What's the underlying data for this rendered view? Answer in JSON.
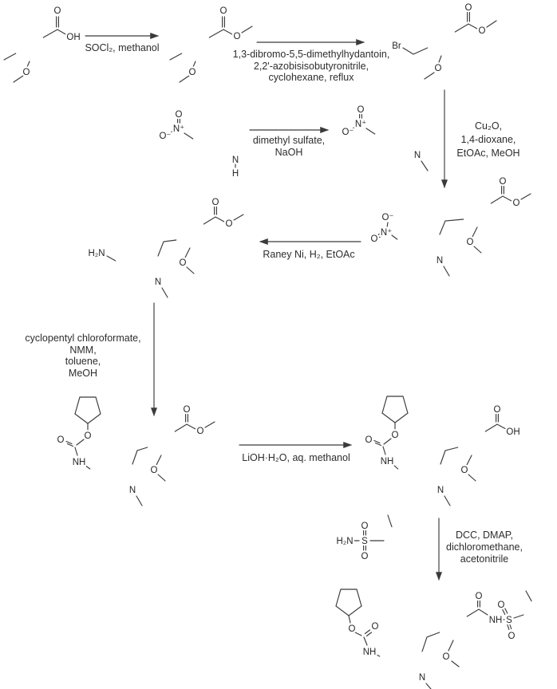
{
  "scheme": {
    "description": "Multi-step synthesis scheme of zafirlukast (reaction diagram on white background)",
    "colors": {
      "ink": "#3a3a3a",
      "text": "#2d2d2d",
      "background": "#ffffff"
    }
  },
  "steps": [
    {
      "id": "step-1",
      "lines": [
        "SOCl₂, methanol"
      ]
    },
    {
      "id": "step-2",
      "lines": [
        "1,3-dibromo-5,5-dimethylhydantoin,",
        "2,2'-azobisisobutyronitrile,",
        "cyclohexane, reflux"
      ]
    },
    {
      "id": "step-3",
      "lines": [
        "dimethyl sulfate,",
        "NaOH"
      ]
    },
    {
      "id": "step-4",
      "lines": [
        "Cu₂O,",
        "1,4-dioxane,",
        "EtOAc, MeOH"
      ]
    },
    {
      "id": "step-5",
      "lines": [
        "Raney Ni, H₂, EtOAc"
      ]
    },
    {
      "id": "step-6",
      "lines": [
        "cyclopentyl chloroformate,",
        "NMM,",
        "toluene,",
        "MeOH"
      ]
    },
    {
      "id": "step-7",
      "lines": [
        "LiOH·H₂O, aq. methanol"
      ]
    },
    {
      "id": "step-8",
      "lines": [
        "DCC, DMAP,",
        "dichloromethane,",
        "acetonitrile"
      ]
    }
  ],
  "structures": {
    "benzoic_acid": {
      "description": "3-methoxy-4-methylbenzoic acid",
      "atoms": {
        "carbonyl_o": "O",
        "acid_oh": "OH",
        "methoxy_o": "O"
      }
    },
    "methyl_ester": {
      "description": "methyl 3-methoxy-4-methylbenzoate",
      "atoms": {
        "carbonyl_o": "O",
        "ester_o": "O",
        "methoxy_o": "O"
      }
    },
    "bromide": {
      "description": "methyl 4-(bromomethyl)-3-methoxybenzoate",
      "atoms": {
        "carbonyl_o": "O",
        "ester_o": "O",
        "br": "Br",
        "methoxy_o": "O"
      }
    },
    "nitroindole": {
      "description": "5-nitro-1H-indole",
      "atoms": {
        "nitro_o": "O",
        "nitro_n": "N⁺",
        "nitro_o_minus": "O⁻",
        "ring_n": "N",
        "nh_h": "H"
      }
    },
    "methylnitroindole": {
      "description": "1-methyl-5-nitroindole",
      "atoms": {
        "nitro_o": "O",
        "nitro_n": "N⁺",
        "nitro_o_minus": "O⁻",
        "ring_n": "N"
      }
    },
    "nitro_adduct": {
      "description": "methyl 3-methoxy-4-[(1-methyl-5-nitro-1H-indol-3-yl)methyl]benzoate",
      "atoms": {
        "nitro_o_minus": "O⁻",
        "nitro_n": "N⁺",
        "nitro_o": "O",
        "ring_n": "N",
        "carbonyl_o": "O",
        "ester_o": "O",
        "methoxy_o": "O"
      }
    },
    "amine": {
      "description": "methyl 4-[(5-amino-1-methyl-1H-indol-3-yl)methyl]-3-methoxybenzoate",
      "atoms": {
        "amine_h2n": "H₂N",
        "ring_n": "N",
        "carbonyl_o": "O",
        "ester_o": "O",
        "methoxy_o": "O"
      }
    },
    "carbamate_ester": {
      "description": "cyclopentyl carbamate of the amino indole, methyl ester",
      "atoms": {
        "carbamate_o": "O",
        "carbamate_carbonyl_o": "O",
        "carbamate_nh": "NH",
        "ring_n": "N",
        "ester_carbonyl_o": "O",
        "ester_o": "O",
        "methoxy_o": "O"
      }
    },
    "carbamate_acid": {
      "description": "cyclopentyl carbamate of the amino indole, carboxylic acid",
      "atoms": {
        "carbamate_o": "O",
        "carbamate_carbonyl_o": "O",
        "carbamate_nh": "NH",
        "ring_n": "N",
        "acid_carbonyl_o": "O",
        "acid_oh": "OH",
        "methoxy_o": "O"
      }
    },
    "sulfonamide": {
      "description": "2-methylbenzenesulfonamide",
      "atoms": {
        "h2n": "H₂N",
        "s": "S",
        "o_top": "O",
        "o_bottom": "O"
      }
    },
    "zafirlukast": {
      "description": "zafirlukast (final acylsulfonamide product)",
      "atoms": {
        "carbamate_o": "O",
        "carbamate_carbonyl_o": "O",
        "carbamate_nh": "NH",
        "ring_n": "N",
        "methoxy_o": "O",
        "amide_o": "O",
        "amide_nh": "NH",
        "s": "S",
        "sulfonyl_o_top": "O",
        "sulfonyl_o_bottom": "O"
      }
    }
  }
}
